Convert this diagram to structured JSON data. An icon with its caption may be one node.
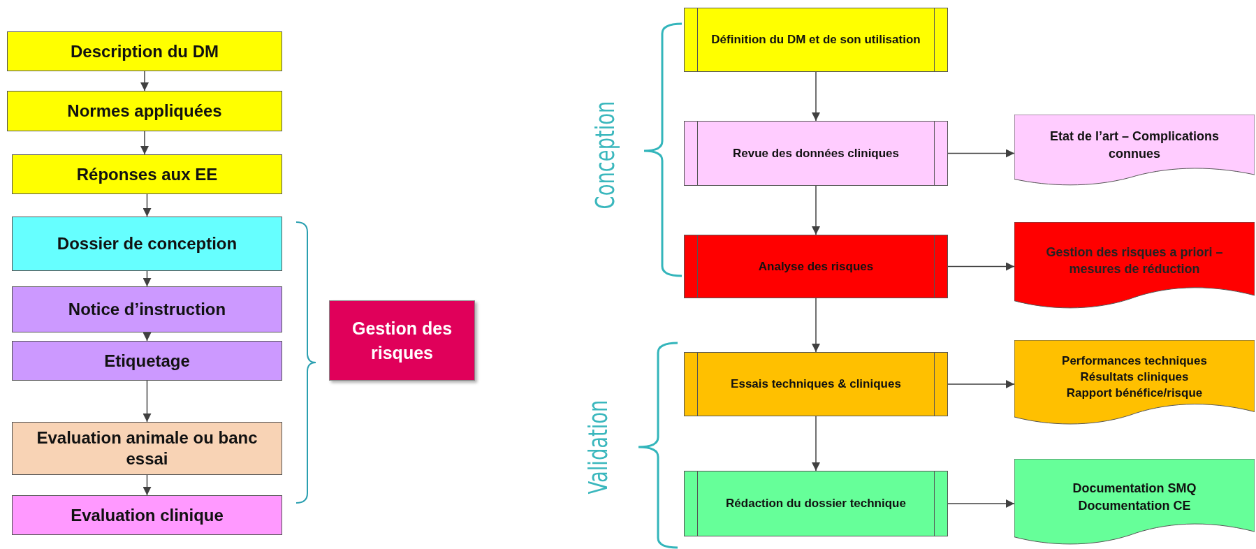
{
  "diagram": {
    "nodes": [
      {
        "text": [
          "Description du DM"
        ]
      },
      {
        "text": [
          "Normes appliquées"
        ]
      },
      {
        "text": [
          "Réponses aux EE"
        ]
      },
      {
        "text": [
          "Dossier de conception"
        ]
      },
      {
        "text": [
          "Notice d’instruction"
        ]
      },
      {
        "text": [
          "Etiquetage"
        ]
      },
      {
        "text": [
          "Evaluation animale ou banc essai"
        ]
      },
      {
        "text": [
          "Evaluation clinique"
        ]
      },
      {
        "text": [
          "Gestion des risques"
        ]
      },
      {
        "text": [
          "Définition du DM et de son utilisation"
        ]
      },
      {
        "text": [
          "Revue des données cliniques"
        ]
      },
      {
        "text": [
          "Etat de l’art – Complications connues"
        ]
      },
      {
        "text": [
          "Analyse des risques"
        ]
      },
      {
        "text": [
          "Gestion des risques a priori – mesures de réduction"
        ]
      },
      {
        "text": [
          "Essais techniques & cliniques"
        ]
      },
      {
        "text": [
          "Performances techniques",
          "Résultats cliniques",
          "Rapport bénéfice/risque"
        ]
      },
      {
        "text": [
          "Rédaction du dossier technique"
        ]
      },
      {
        "text": [
          "Documentation SMQ",
          "Documentation CE"
        ]
      }
    ],
    "edges": [
      {
        "from": 0,
        "to": 1,
        "arrow": "to"
      },
      {
        "from": 1,
        "to": 2,
        "arrow": "to"
      },
      {
        "from": 2,
        "to": 3,
        "arrow": "to"
      },
      {
        "from": 3,
        "to": 4,
        "arrow": "to"
      },
      {
        "from": 4,
        "to": 5,
        "arrow": "to"
      },
      {
        "from": 5,
        "to": 6,
        "arrow": "to"
      },
      {
        "from": 6,
        "to": 7,
        "arrow": "to"
      },
      {
        "from": 9,
        "to": 10,
        "arrow": "to"
      },
      {
        "from": 10,
        "to": 11,
        "arrow": "to"
      },
      {
        "from": 10,
        "to": 12,
        "arrow": "to"
      },
      {
        "from": 12,
        "to": 13,
        "arrow": "to"
      },
      {
        "from": 12,
        "to": 14,
        "arrow": "to"
      },
      {
        "from": 14,
        "to": 15,
        "arrow": "to"
      },
      {
        "from": 14,
        "to": 16,
        "arrow": "to"
      },
      {
        "from": 16,
        "to": 17,
        "arrow": "to"
      }
    ],
    "labels": [
      "Conception",
      "Validation"
    ]
  }
}
